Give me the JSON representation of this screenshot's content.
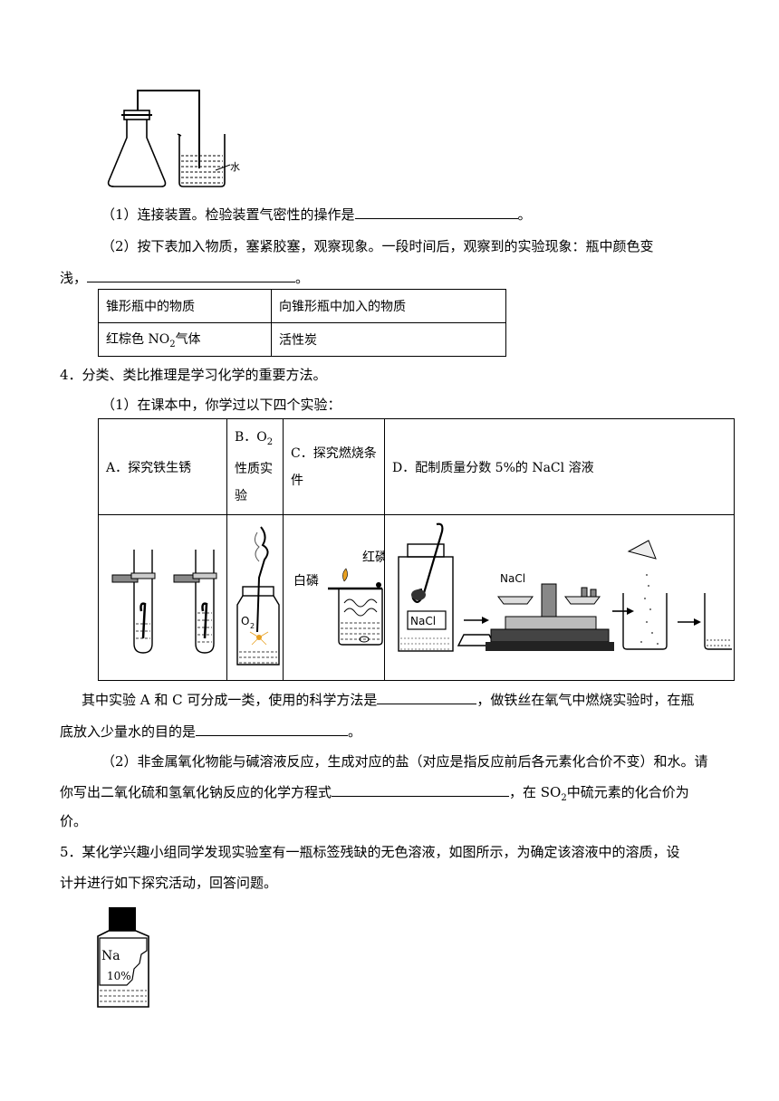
{
  "q3": {
    "figure_label": "水",
    "p1": {
      "text": "（1）连接装置。检验装置气密性的操作是",
      "end": "。"
    },
    "p2": {
      "line1": "（2）按下表加入物质，塞紧胶塞，观察现象。一段时间后，观察到的实验现象：瓶中颜色变",
      "line2": "浅，",
      "end": "。"
    },
    "table": {
      "h1": "锥形瓶中的物质",
      "h2": "向锥形瓶中加入的物质",
      "c1_pre": "红棕色 NO",
      "c1_sub": "2",
      "c1_post": "气体",
      "c2": "活性炭"
    }
  },
  "q4": {
    "title": "4．分类、类比推理是学习化学的重要方法。",
    "p1": "（1）在课本中，你学过以下四个实验：",
    "table": {
      "a": "A．探究铁生锈",
      "b1_pre": "B．O",
      "b1_sub": "2",
      "b2": "性质实",
      "b3": "验",
      "c1": "C．探究燃烧条",
      "c2": "件",
      "d": "D．配制质量分数  5%的  NaCl  溶液"
    },
    "figs": {
      "o2": "O",
      "o2_sub": "2",
      "white_p": "白磷",
      "red_p": "红磷",
      "nacl": "NaCl",
      "nacl2": "NaCl"
    },
    "p2": {
      "a": "其中实验  A  和  C  可分成一类，使用的科学方法是",
      "b": "，做铁丝在氧气中燃烧实验时，在瓶",
      "c": "底放入少量水的目的是",
      "d": "。"
    },
    "p3": {
      "line1": "（2）非金属氧化物能与碱溶液反应，生成对应的盐（对应是指反应前后各元素化合价不变）和水。请",
      "line2a": "你写出二氧化硫和氢氧化钠反应的化学方程式",
      "line2b": "，在  SO",
      "line2_sub": "2",
      "line2c": "中硫元素的化合价为",
      "line3": "价。"
    }
  },
  "q5": {
    "line1": "5．某化学兴趣小组同学发现实验室有一瓶标签残缺的无色溶液，如图所示，为确定该溶液中的溶质，设",
    "line2": "计并进行如下探究活动，回答问题。",
    "label1": "Na",
    "label2": "10%"
  }
}
